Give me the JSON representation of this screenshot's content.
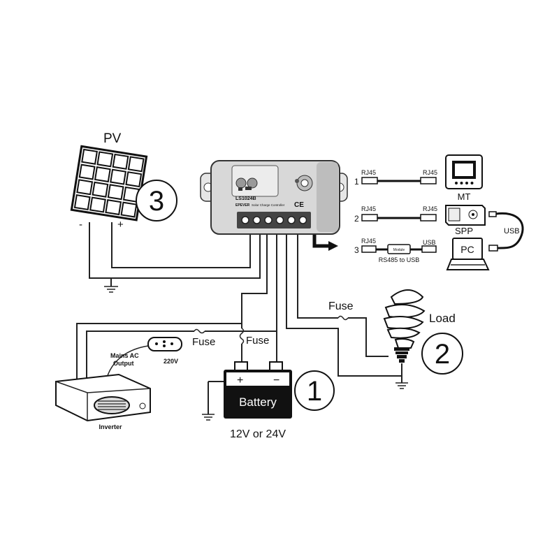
{
  "pv": {
    "label": "PV",
    "minus": "-",
    "plus": "+",
    "badge": "3"
  },
  "controller": {
    "model": "LS1024B",
    "brand": "EPEVER",
    "subtitle": "Solar Charge Controller",
    "ce": "CE"
  },
  "comm": {
    "rows": [
      {
        "num": "1",
        "left": "RJ45",
        "right": "RJ45",
        "device": "MT"
      },
      {
        "num": "2",
        "left": "RJ45",
        "right": "RJ45",
        "device": "SPP"
      },
      {
        "num": "3",
        "left": "RJ45",
        "right": "USB",
        "module": "Module",
        "caption": "RS485 to USB",
        "device": "PC"
      }
    ],
    "usb_label": "USB"
  },
  "load": {
    "label": "Load",
    "badge": "2",
    "fuse": "Fuse"
  },
  "battery": {
    "label": "Battery",
    "plus": "+",
    "minus": "−",
    "voltage": "12V or 24V",
    "badge": "1",
    "fuse": "Fuse"
  },
  "inverter": {
    "label": "Inverter",
    "output_label_line1": "Mains AC",
    "output_label_line2": "Output",
    "socket_voltage": "220V",
    "fuse": "Fuse"
  }
}
